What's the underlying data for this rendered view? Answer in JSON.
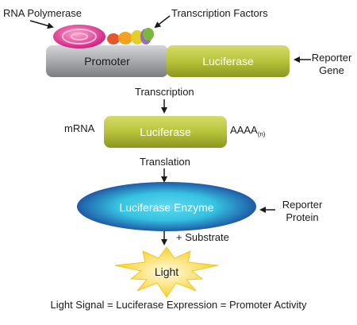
{
  "labels": {
    "rna_polymerase": "RNA Polymerase",
    "transcription_factors": "Transcription Factors",
    "promoter": "Promoter",
    "luciferase_gene": "Luciferase",
    "reporter_gene_1": "Reporter",
    "reporter_gene_2": "Gene",
    "transcription": "Transcription",
    "mrna": "mRNA",
    "luciferase_mrna": "Luciferase",
    "polya": "AAAA",
    "polya_sub": "(n)",
    "translation": "Translation",
    "luciferase_enzyme": "Luciferase Enzyme",
    "reporter_protein_1": "Reporter",
    "reporter_protein_2": "Protein",
    "substrate": "+ Substrate",
    "light": "Light",
    "summary": "Light Signal = Luciferase Expression = Promoter Activity"
  },
  "colors": {
    "promoter": "#a9aaad",
    "luciferase": "#b7c33a",
    "enzyme_outer": "#1e5aa6",
    "enzyme_inner": "#36c3e2",
    "polymerase": "#e0358f",
    "light": "#f8d12a"
  }
}
